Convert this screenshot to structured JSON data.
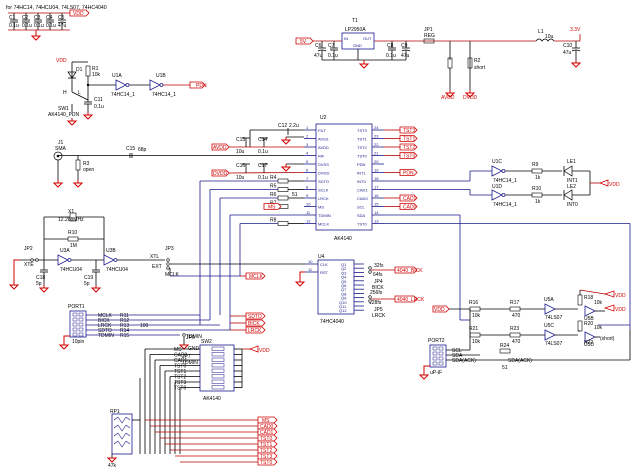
{
  "header_text": "for 74HC14, 74HCU04, 74LS07, 74HC4040",
  "power_rail": {
    "net": "VDD",
    "caps": [
      {
        "ref": "C1",
        "value": "0.1u"
      },
      {
        "ref": "C2",
        "value": "0.1u"
      },
      {
        "ref": "C3",
        "value": "0.1u"
      },
      {
        "ref": "C4",
        "value": "0.1u"
      },
      {
        "ref": "C5",
        "value": "47u"
      }
    ]
  },
  "regulator": {
    "ref": "T1",
    "part": "LP2950A",
    "in_net": "5V",
    "out_net": "3.3V",
    "pins": {
      "in": "IN",
      "gnd": "GND",
      "out": "OUT"
    },
    "caps": [
      {
        "ref": "C6",
        "value": "47u"
      },
      {
        "ref": "C7",
        "value": "0.1u"
      },
      {
        "ref": "C8",
        "value": "0.1u"
      },
      {
        "ref": "C9",
        "value": "47u"
      }
    ],
    "jumper": {
      "ref": "JP1",
      "label": "REG"
    },
    "inductor": {
      "ref": "L1",
      "value": "10u"
    },
    "cap_out": {
      "ref": "C10",
      "value": "47u"
    },
    "resistor": {
      "ref": "R2",
      "value": "short"
    },
    "gnd_labels": [
      "AVDD",
      "DVDD"
    ]
  },
  "reset": {
    "vdd": "VDD",
    "diode": "D1",
    "resistor": {
      "ref": "R1",
      "value": "10k"
    },
    "switch": {
      "ref": "SW1",
      "part": "AK4140_PDN",
      "h": "H",
      "l": "L"
    },
    "cap": {
      "ref": "C11",
      "value": "0.1u"
    },
    "inverters": [
      {
        "ref": "U1A",
        "part": "74HC14_1"
      },
      {
        "ref": "U1B",
        "part": "74HC14_1"
      }
    ],
    "output": "PDN"
  },
  "codec": {
    "ref": "U2",
    "part": "AK4140",
    "left_pins": [
      {
        "num": "1",
        "name": "FILT"
      },
      {
        "num": "2",
        "name": "AVSS"
      },
      {
        "num": "3",
        "name": "AVDD"
      },
      {
        "num": "4",
        "name": "RIF"
      },
      {
        "num": "5",
        "name": "DVSS"
      },
      {
        "num": "6",
        "name": "DVDD"
      },
      {
        "num": "7",
        "name": "SDTO"
      },
      {
        "num": "8",
        "name": "SCLK"
      },
      {
        "num": "9",
        "name": "LRCK"
      },
      {
        "num": "10",
        "name": "MS"
      },
      {
        "num": "11",
        "name": "TDMIN"
      },
      {
        "num": "12",
        "name": "MCLK"
      }
    ],
    "right_pins": [
      {
        "num": "24",
        "name": "TST3"
      },
      {
        "num": "23",
        "name": "TST1"
      },
      {
        "num": "22",
        "name": "TST2"
      },
      {
        "num": "21",
        "name": "TST0"
      },
      {
        "num": "20",
        "name": "PDN"
      },
      {
        "num": "19",
        "name": "INT1"
      },
      {
        "num": "18",
        "name": "INT0"
      },
      {
        "num": "17",
        "name": "CAD1"
      },
      {
        "num": "16",
        "name": "CAD0"
      },
      {
        "num": "15",
        "name": "SCL"
      },
      {
        "num": "14",
        "name": "SDA"
      },
      {
        "num": "13",
        "name": "TST0"
      }
    ],
    "right_ports": [
      "TST3",
      "TST1",
      "TST2",
      "TST0",
      "PDN",
      "CAD1",
      "CAD0"
    ],
    "filt_cap": {
      "ref": "C12",
      "value": "2.2u"
    },
    "caps": [
      {
        "ref": "C13",
        "value": "10u"
      },
      {
        "ref": "C14",
        "value": "0.1u"
      },
      {
        "ref": "C16",
        "value": "10u"
      },
      {
        "ref": "C17",
        "value": "0.1u"
      },
      {
        "ref": "C15",
        "value": "68p"
      }
    ],
    "supply_ports": [
      "AVDD",
      "DVDD"
    ],
    "ms_port": "MS",
    "series_res": [
      "R4",
      "R5",
      "R6",
      "R7",
      "R8"
    ],
    "series_res_value": "51"
  },
  "input_connector": {
    "ref": "J1",
    "type": "SMA",
    "resistor": {
      "ref": "R3",
      "value": "open"
    }
  },
  "int_leds": [
    {
      "inv_ref": "U1C",
      "inv_part": "74HC14_1",
      "res": "R9",
      "res_value": "1k",
      "led": "LE1",
      "label": "INT1"
    },
    {
      "inv_ref": "U1D",
      "inv_part": "74HC14_1",
      "res": "R10",
      "res_value": "1k",
      "led": "LE2",
      "label": "INT0"
    }
  ],
  "led_supply": "VDD",
  "oscillator": {
    "crystal": {
      "ref": "X1",
      "value": "12.288MHz"
    },
    "caps": [
      {
        "ref": "C18",
        "value": "5p"
      },
      {
        "ref": "C19",
        "value": "5p"
      }
    ],
    "resistor": {
      "ref": "R10",
      "value": "1M"
    },
    "inverter": {
      "ref": "U3A",
      "part": "74HCU04"
    },
    "buffer": {
      "ref": "U3B",
      "part": "74HCU04"
    },
    "jumper_in": {
      "ref": "JP2",
      "label": "XTE"
    },
    "jumper_sel": {
      "ref": "JP3",
      "label": "MCLK",
      "a": "XTL",
      "b": "EXT"
    },
    "mclk_port": "MCLK"
  },
  "counter": {
    "ref": "U4",
    "part": "74HC4040",
    "left_pins": [
      {
        "num": "10",
        "name": "CLK"
      },
      {
        "num": "11",
        "name": "RST"
      }
    ],
    "outputs": [
      "Q1",
      "Q2",
      "Q3",
      "Q4",
      "Q5",
      "Q6",
      "Q7",
      "Q8",
      "Q9",
      "Q10",
      "Q11",
      "Q12"
    ],
    "jumpers": [
      {
        "ref": "JP4",
        "label": "BICK",
        "a": "32fs",
        "b": "64fs"
      },
      {
        "ref": "JP5",
        "label": "LRCK",
        "a": "256fs",
        "b": "128fs"
      }
    ],
    "ports": [
      "4040_BICK",
      "4040_LRCK"
    ]
  },
  "port1": {
    "ref": "PORT1",
    "connector": "10pin",
    "signals": [
      "MCLK",
      "BICK",
      "LRCK",
      "SDTO",
      "TDMIN"
    ],
    "resistors": [
      "R11",
      "R12",
      "R13",
      "R14",
      "R15"
    ],
    "res_value": "100",
    "jumpers": [
      {
        "ref": "JP6",
        "label": "TDMIN"
      },
      {
        "ref": "JP7",
        "label": "TDMIN"
      }
    ],
    "gnd": "GND",
    "port_labels": [
      "SDTO",
      "BICK",
      "LRCK"
    ]
  },
  "i2c": {
    "vdd": "VDD",
    "resistors": [
      {
        "ref": "R16",
        "value": "10k"
      },
      {
        "ref": "R17",
        "value": "470"
      },
      {
        "ref": "R18",
        "value": "10k"
      },
      {
        "ref": "R19",
        "value": "470"
      },
      {
        "ref": "R20",
        "value": "10k"
      },
      {
        "ref": "R21",
        "value": "10k"
      },
      {
        "ref": "R22",
        "value": "(short)"
      },
      {
        "ref": "R23",
        "value": "470"
      },
      {
        "ref": "R24",
        "value": "51"
      }
    ],
    "buffers": [
      {
        "ref": "U5A",
        "part": "74LS07"
      },
      {
        "ref": "U5B",
        "part": "74LS07"
      },
      {
        "ref": "U5C",
        "part": "74LS07"
      },
      {
        "ref": "U5D",
        "part": "74LS07"
      }
    ],
    "connector": {
      "ref": "PORT2",
      "label": "uP-IF"
    },
    "nets": [
      "SCL",
      "SDA",
      "SDA(ACK)",
      "SDA(ACK)"
    ]
  },
  "dip_switch": {
    "ref": "SW2",
    "part": "AK4140",
    "labels": [
      "MS",
      "CAD0",
      "CAD1",
      "TST0",
      "TST1",
      "TST2",
      "TST3",
      "TST0"
    ],
    "vdd": "VDD"
  },
  "resistor_pack": {
    "ref": "RP1",
    "value": "47k",
    "ports": [
      "MS",
      "CAD0",
      "CAD1",
      "TST0",
      "TST1",
      "TST2",
      "TST3",
      "TST0"
    ]
  }
}
